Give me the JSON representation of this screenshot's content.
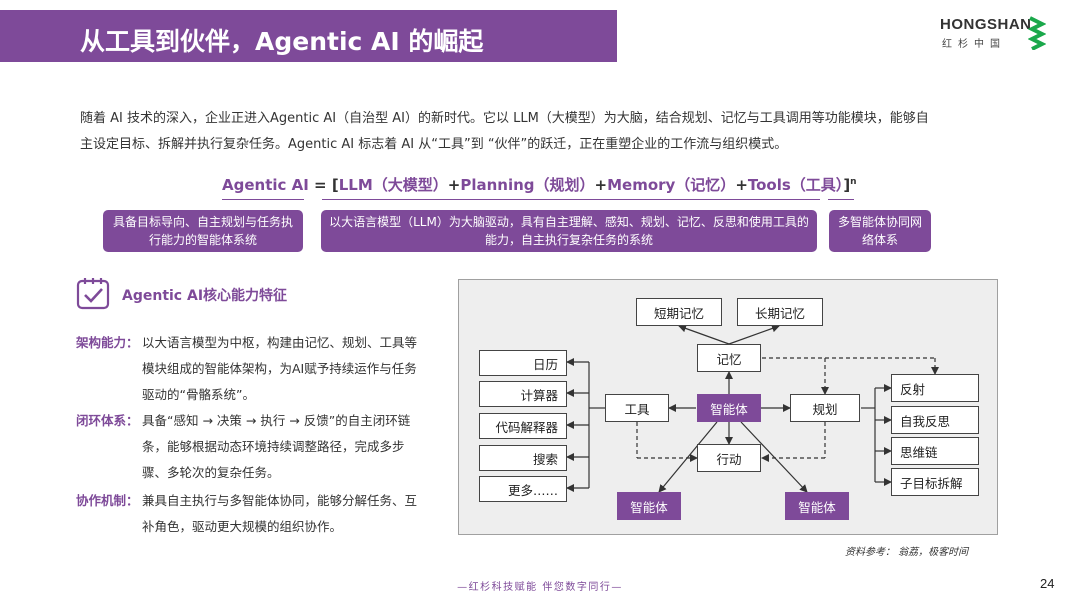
{
  "header": {
    "title": "从工具到伙伴，Agentic AI 的崛起"
  },
  "logo": {
    "en": "HONGSHAN",
    "cn": "红杉中国",
    "brand_color": "#1aa84b"
  },
  "intro": {
    "line1": "随着 AI 技术的深入，企业正进入Agentic AI（自治型 AI）的新时代。它以 LLM（大模型）为大脑，结合规划、记忆与工具调用等功能模块，能够自",
    "line2": "主设定目标、拆解并执行复杂任务。Agentic AI 标志着 AI 从“工具”到 “伙伴”的跃迁，正在重塑企业的工作流与组织模式。"
  },
  "formula": {
    "agentic": "Agentic AI",
    "eq": " = [",
    "llm": "LLM（大模型）",
    "plus1": "+",
    "planning": "Planning（规划）",
    "plus2": "+",
    "memory": "Memory（记忆）",
    "plus3": "+",
    "tools": "Tools（工具）",
    "close": "]",
    "sup": "n"
  },
  "definitions": [
    {
      "text": "具备目标导向、自主规划与任务执行能力的智能体系统"
    },
    {
      "text": "以大语言模型（LLM）为大脑驱动，具有自主理解、感知、规划、记忆、反思和使用工具的能力，自主执行复杂任务的系统"
    },
    {
      "text": "多智能体协同网络体系"
    }
  ],
  "capabilities": {
    "heading": "Agentic AI核心能力特征",
    "items": [
      {
        "label": "架构能力：",
        "text": "以大语言模型为中枢，构建由记忆、规划、工具等模块组成的智能体架构，为AI赋予持续运作与任务驱动的“骨骼系统”。"
      },
      {
        "label": "闭环体系：",
        "text": "具备“感知 → 决策 → 执行 → 反馈”的自主闭环链条，能够根据动态环境持续调整路径，完成多步骤、多轮次的复杂任务。"
      },
      {
        "label": "协作机制：",
        "text": "兼具自主执行与多智能体协同，能够分解任务、互补角色，驱动更大规模的组织协作。"
      }
    ]
  },
  "diagram": {
    "short_memory": "短期记忆",
    "long_memory": "长期记忆",
    "memory": "记忆",
    "tools_left": [
      "日历",
      "计算器",
      "代码解释器",
      "搜索",
      "更多……"
    ],
    "tool": "工具",
    "agent": "智能体",
    "plan": "规划",
    "action": "行动",
    "plan_right": [
      "反射",
      "自我反思",
      "思维链",
      "子目标拆解"
    ],
    "sub_agent_1": "智能体",
    "sub_agent_2": "智能体"
  },
  "reference": "资料参考：  翁荔，极客时间",
  "footer": "—红杉科技赋能    伴您数字同行—",
  "page_number": "24",
  "colors": {
    "accent": "#7e4a99",
    "diagram_bg": "#eeeeee"
  }
}
